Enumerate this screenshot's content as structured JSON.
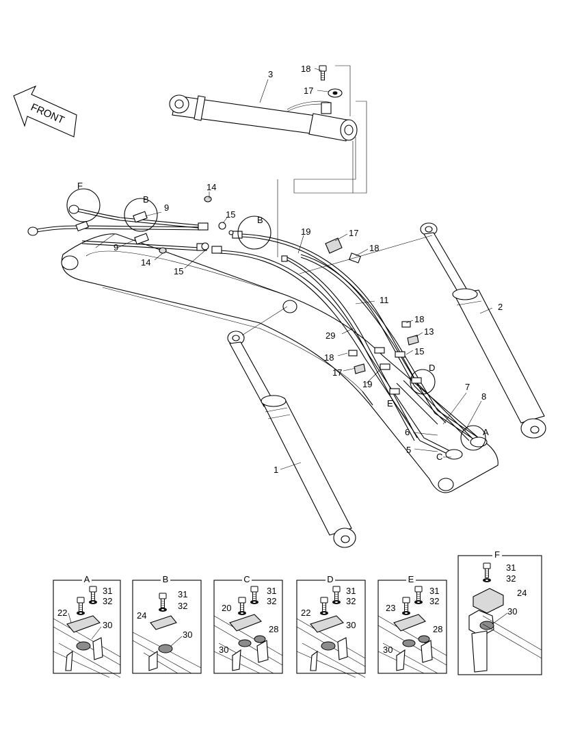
{
  "front_arrow": {
    "label": "FRONT"
  },
  "main_callouts": {
    "c3": "3",
    "c18a": "18",
    "c17a": "17",
    "cF": "F",
    "cB1": "B",
    "c9a": "9",
    "c14a": "14",
    "c15a": "15",
    "cB2": "B",
    "c9b": "9",
    "c14b": "14",
    "c15b": "15",
    "c19a": "19",
    "c17b": "17",
    "c18b": "18",
    "c2": "2",
    "c11": "11",
    "c29": "29",
    "c18c": "18",
    "c13": "13",
    "c15c": "15",
    "c18d": "18",
    "c17c": "17",
    "c19b": "19",
    "cD": "D",
    "cE": "E",
    "c7": "7",
    "c8": "8",
    "c6": "6",
    "cA": "A",
    "c5": "5",
    "cC": "C",
    "c1": "1"
  },
  "detail_panels": [
    {
      "title": "A",
      "labels": {
        "p31": "31",
        "p32": "32",
        "p22": "22",
        "p30": "30"
      }
    },
    {
      "title": "B",
      "labels": {
        "p31": "31",
        "p32": "32",
        "p24": "24",
        "p30": "30"
      }
    },
    {
      "title": "C",
      "labels": {
        "p31": "31",
        "p32": "32",
        "p20": "20",
        "p28": "28",
        "p30": "30"
      }
    },
    {
      "title": "D",
      "labels": {
        "p31": "31",
        "p32": "32",
        "p22": "22",
        "p30": "30"
      }
    },
    {
      "title": "E",
      "labels": {
        "p31": "31",
        "p32": "32",
        "p23": "23",
        "p28": "28",
        "p30": "30"
      }
    },
    {
      "title": "F",
      "labels": {
        "p31": "31",
        "p32": "32",
        "p24": "24",
        "p30": "30"
      }
    }
  ]
}
